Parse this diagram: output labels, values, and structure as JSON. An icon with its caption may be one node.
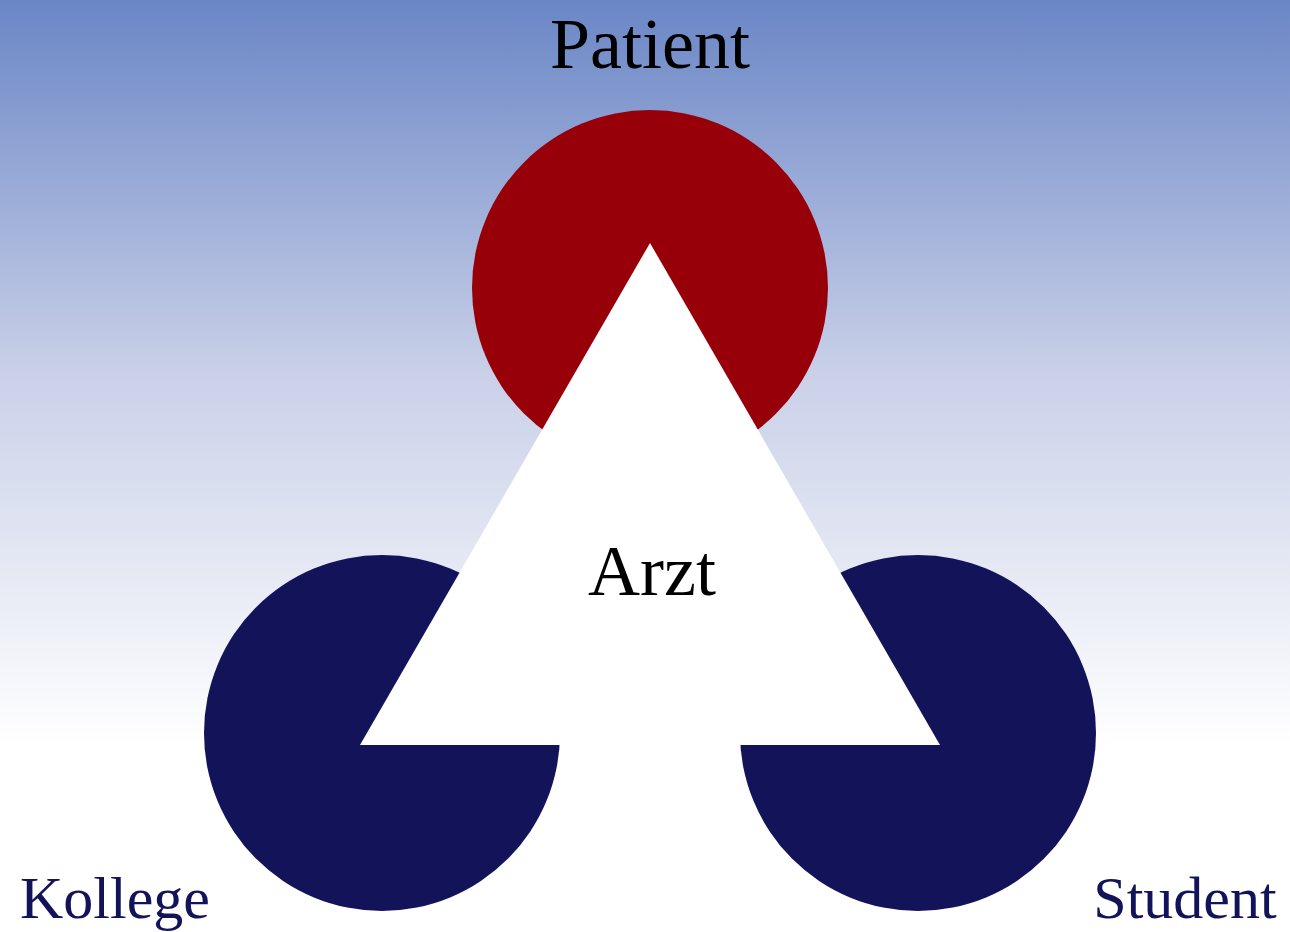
{
  "diagram": {
    "nodes": [
      {
        "text": [
          "Patient"
        ]
      },
      {
        "text": [
          "Arzt"
        ]
      },
      {
        "text": [
          "Kollege"
        ]
      },
      {
        "text": [
          "Student"
        ]
      }
    ]
  }
}
